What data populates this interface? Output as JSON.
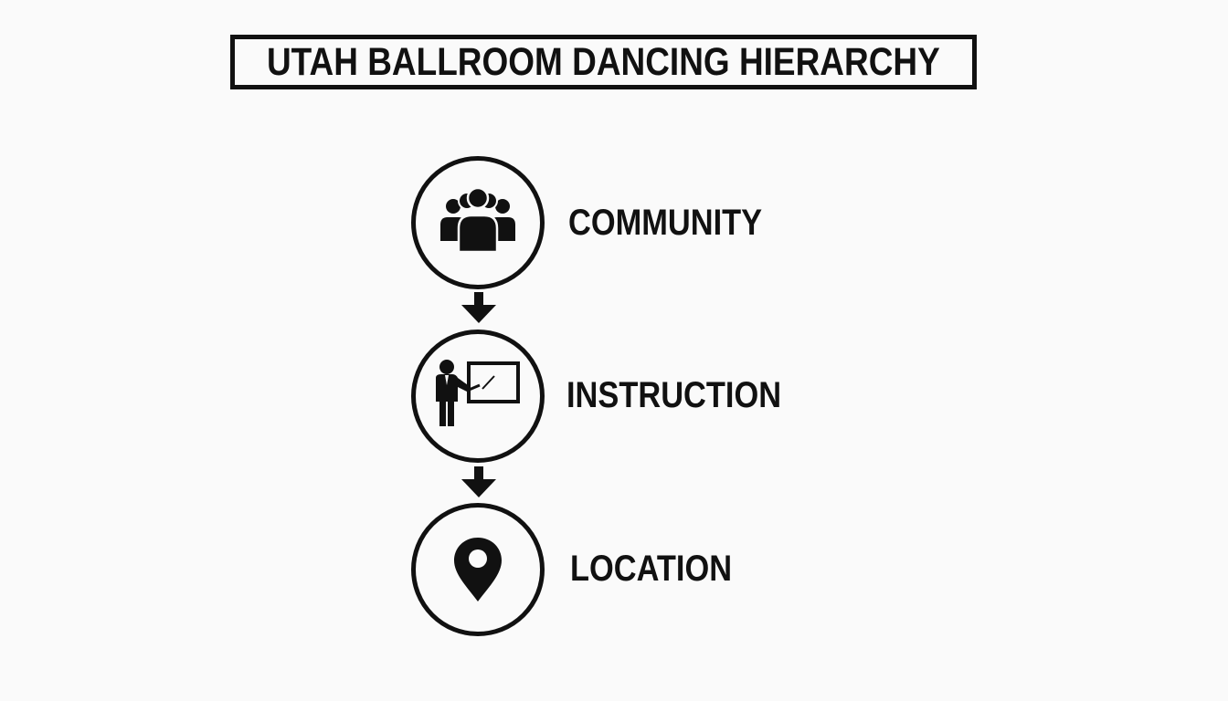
{
  "title": "UTAH BALLROOM DANCING HIERARCHY",
  "nodes": [
    {
      "label": "COMMUNITY",
      "icon": "community-icon"
    },
    {
      "label": "INSTRUCTION",
      "icon": "instructor-icon"
    },
    {
      "label": "LOCATION",
      "icon": "location-pin-icon"
    }
  ],
  "colors": {
    "background": "#fafafa",
    "ink": "#111111"
  }
}
